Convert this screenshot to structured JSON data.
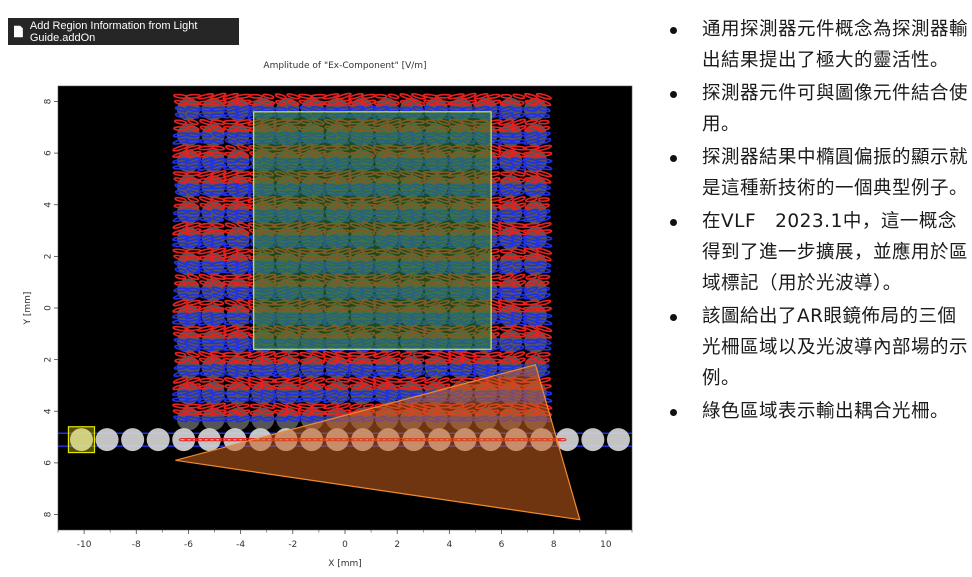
{
  "window": {
    "tab_title": "Add Region Information from Light Guide.addOn",
    "icon": "document-icon"
  },
  "colors": {
    "plot_background": "#000000",
    "region_green": "#2e8b2e",
    "region_orange": "#c8601e",
    "marker_yellow": "#e6e600",
    "series_red": "#e82020",
    "series_blue": "#2030e8",
    "grating_disc": "#9a9a9a"
  },
  "chart_data": {
    "type": "scatter",
    "title": "Amplitude of \"Ex-Component\"  [V/m]",
    "xlabel": "X [mm]",
    "ylabel": "Y [mm]",
    "xlim": [
      -11,
      11
    ],
    "ylim": [
      -8.6,
      8.6
    ],
    "xticks": [
      "-10",
      "-8",
      "-6",
      "-4",
      "-2",
      "0",
      "2",
      "4",
      "6",
      "8",
      "10"
    ],
    "yticks": [
      "8",
      "6",
      "4",
      "2",
      "0",
      "2",
      "4",
      "6",
      "8"
    ],
    "yticks_values": [
      8,
      6,
      4,
      2,
      0,
      -2,
      -4,
      -6,
      -8
    ],
    "grid": false,
    "regions": [
      {
        "shape": "rectangle",
        "color": "green",
        "x": [
          -3.5,
          5.6
        ],
        "y": [
          -1.6,
          7.6
        ]
      },
      {
        "shape": "polygon",
        "color": "orange",
        "points": [
          [
            -6.5,
            -5.9
          ],
          [
            7.3,
            -2.2
          ],
          [
            9.0,
            -8.2
          ]
        ]
      },
      {
        "shape": "rectangle",
        "color": "yellow",
        "x": [
          -10.6,
          -9.6
        ],
        "y": [
          -5.6,
          -4.6
        ]
      }
    ],
    "grating_field": {
      "x_range": [
        -6.3,
        7.8
      ],
      "y_range": [
        -4.3,
        8.2
      ]
    },
    "light_guide_row": {
      "y": -5.1,
      "x_range": [
        -10.1,
        11
      ]
    }
  },
  "bullets": [
    "通用探測器元件概念為探測器輸出結果提出了極大的靈活性。",
    "探測器元件可與圖像元件結合使用。",
    "探測器結果中橢圓偏振的顯示就是這種新技術的一個典型例子。",
    "在VLF　2023.1中，這一概念得到了進一步擴展，並應用於區域標記（用於光波導）。",
    "該圖給出了AR眼鏡佈局的三個光柵區域以及光波導內部場的示例。",
    "綠色區域表示輸出耦合光柵。"
  ]
}
